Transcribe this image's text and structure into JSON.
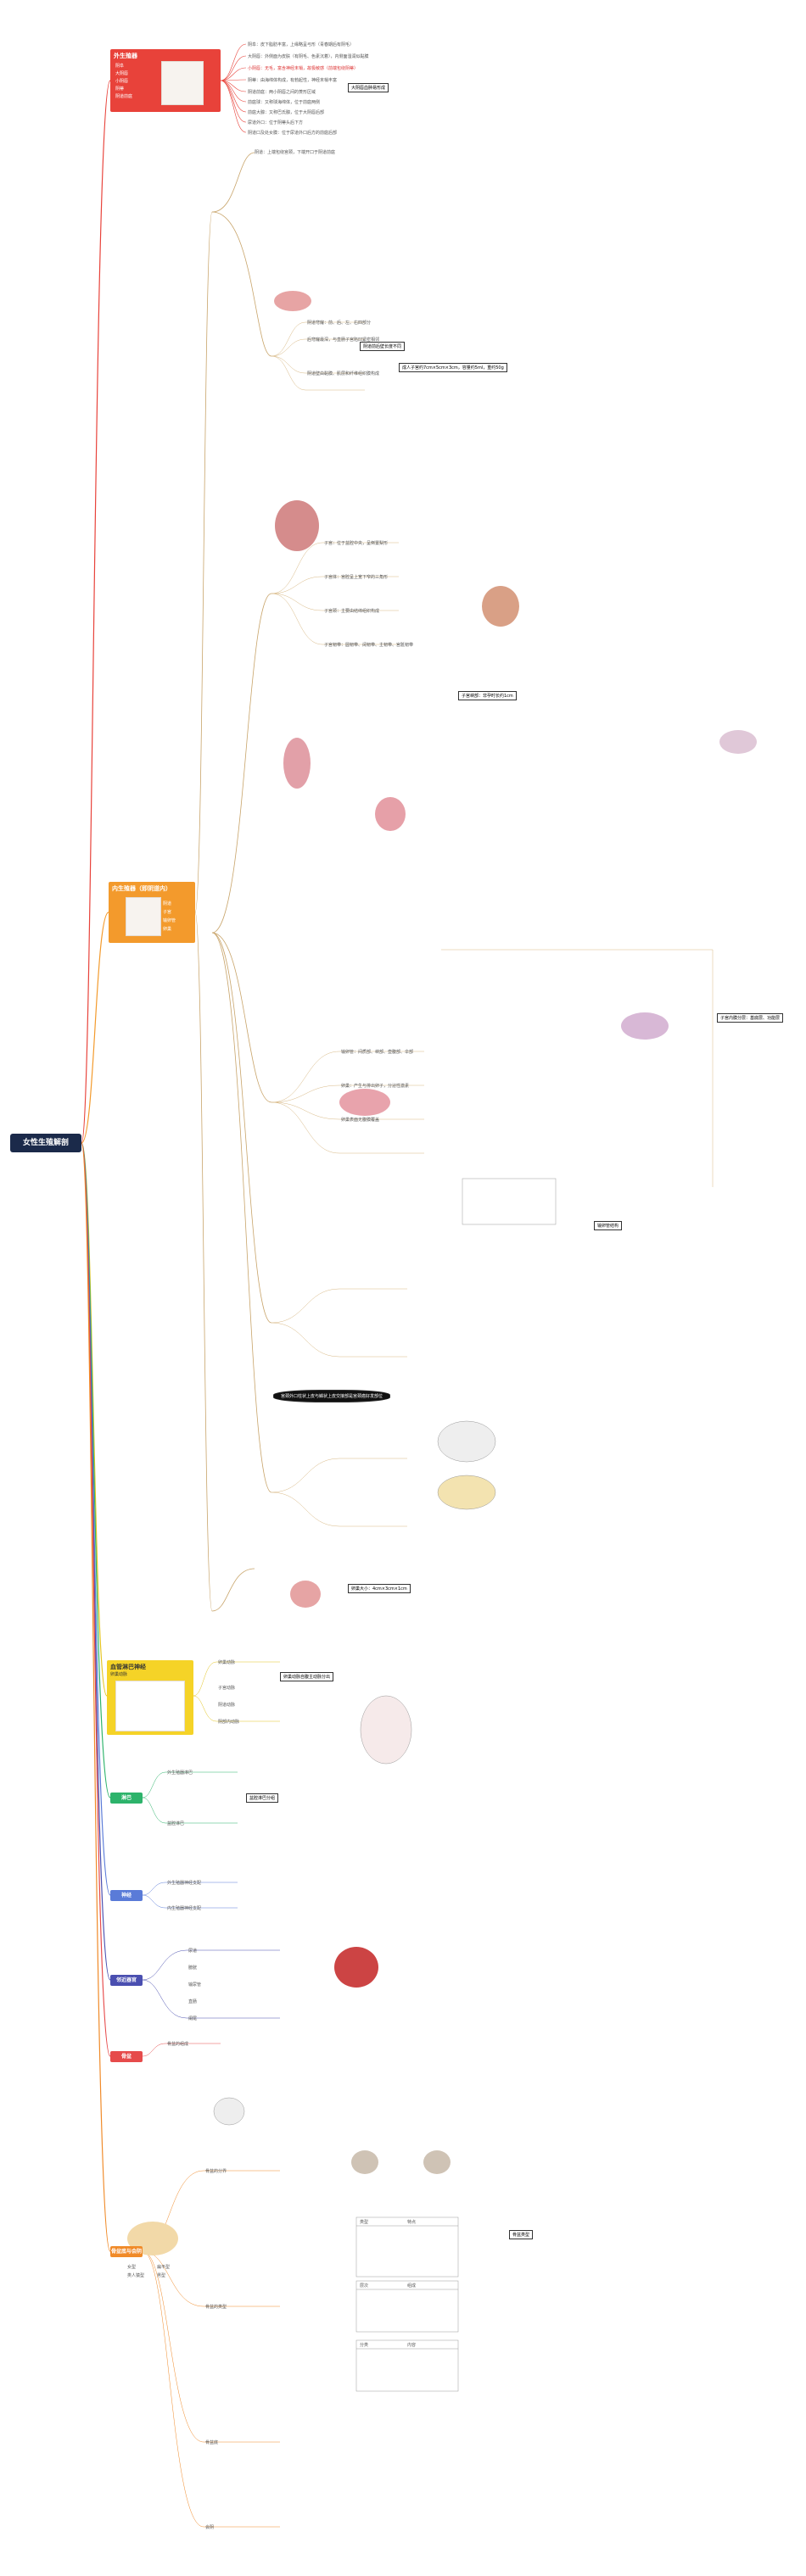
{
  "root": {
    "title": "女性生殖解剖"
  },
  "branches": [
    {
      "id": "wai",
      "label": "外生殖器",
      "color": "#e8423a"
    },
    {
      "id": "nei",
      "label": "内生殖器（即阴道内）",
      "color": "#f39a2c"
    },
    {
      "id": "xue",
      "label": "血管淋巴神经",
      "color": "#f5d327"
    },
    {
      "id": "lin",
      "label": "淋巴",
      "color": "#2db36b"
    },
    {
      "id": "shen",
      "label": "神经",
      "color": "#5a7bd8"
    },
    {
      "id": "lin2",
      "label": "邻近器官",
      "color": "#4a4fb0"
    },
    {
      "id": "gu",
      "label": "骨盆",
      "color": "#e64b4b"
    },
    {
      "id": "gp",
      "label": "骨盆底与会阴",
      "color": "#f08a28"
    }
  ],
  "panels": {
    "wai_title": "外生殖器",
    "nei_title": "内生殖器（即阴道内）",
    "xue_title": "血管淋巴神经",
    "xue_sub": "卵巢动脉",
    "wai_items": [
      "阴阜",
      "大阴唇",
      "小阴唇",
      "阴蒂",
      "阴道前庭"
    ],
    "nei_items": [
      "阴道",
      "子宫",
      "输卵管",
      "卵巢"
    ]
  },
  "top_items": [
    "阴阜：皮下脂肪丰富，上缘略呈弓形（青春期后有阴毛）",
    "大阴唇：外侧面为皮肤（有阴毛、色素沉着），内侧面湿润似黏膜",
    "小阴唇：无毛，富含神经末梢，故极敏感（前端包绕阴蒂）",
    "阴蒂：由海绵体构成，有勃起性，神经末梢丰富",
    "阴道前庭：两小阴唇之间的菱形区域",
    "前庭球：又称球海绵体，位于前庭两侧",
    "前庭大腺：又称巴氏腺，位于大阴唇后部",
    "尿道外口：位于阴蒂头后下方",
    "阴道口及处女膜：位于尿道外口后方的前庭后部"
  ],
  "callouts": {
    "top": "大阴唇血肿易形成",
    "c1": "阴道前后壁长度不同",
    "c2": "成人子宫约7cm×5cm×3cm，容量约5ml，重约50g",
    "c3": "子宫峡部：非孕时长约1cm",
    "c4": "子宫内膜分层：基底层、功能层",
    "bubble": "宫颈外口柱状上皮与鳞状上皮交接部是宫颈癌好发部位",
    "c5": "输卵管结构",
    "c6": "卵巢大小：4cm×3cm×1cm",
    "c7": "卵巢动脉自腹主动脉分出",
    "c8": "盆腔淋巴分组",
    "c9": "骨盆类型"
  },
  "mid_items": [
    "阴道：上端包绕宫颈，下端开口于阴道前庭",
    "阴道穹窿：前、后、左、右四部分",
    "后穹窿最深，与直肠子宫陷凹紧密相邻",
    "阴道壁由黏膜、肌层和纤维组织膜构成",
    "子宫：位于盆腔中央，呈倒置梨形",
    "子宫体：宫腔呈上宽下窄的三角形",
    "子宫颈：主要由结缔组织构成",
    "子宫韧带：圆韧带、阔韧带、主韧带、宫骶韧带",
    "输卵管：间质部、峡部、壶腹部、伞部",
    "卵巢：产生与排出卵子，分泌性激素",
    "卵巢表面无腹膜覆盖"
  ],
  "lower_items": [
    "卵巢动脉",
    "子宫动脉",
    "阴道动脉",
    "阴部内动脉",
    "外生殖器淋巴",
    "盆腔淋巴",
    "外生殖器神经支配",
    "内生殖器神经支配",
    "尿道",
    "膀胱",
    "输尿管",
    "直肠",
    "阑尾"
  ],
  "bottom_items": [
    "骨盆的组成",
    "骨盆的分界",
    "骨盆的类型",
    "骨盆底",
    "会阴",
    "女型",
    "扁平型",
    "类人猿型",
    "男型"
  ],
  "tables": {
    "t1_head": [
      "类型",
      "特点"
    ],
    "t2_head": [
      "层次",
      "组成"
    ],
    "t3_head": [
      "分类",
      "内容"
    ]
  },
  "colors": {
    "spine_red": "#e8423a",
    "spine_orange": "#f39a2c",
    "spine_yellow": "#f5d327",
    "spine_green": "#2db36b",
    "spine_blue": "#5a7bd8",
    "spine_indigo": "#4a4fb0",
    "spine_tan": "#c8a46a"
  }
}
